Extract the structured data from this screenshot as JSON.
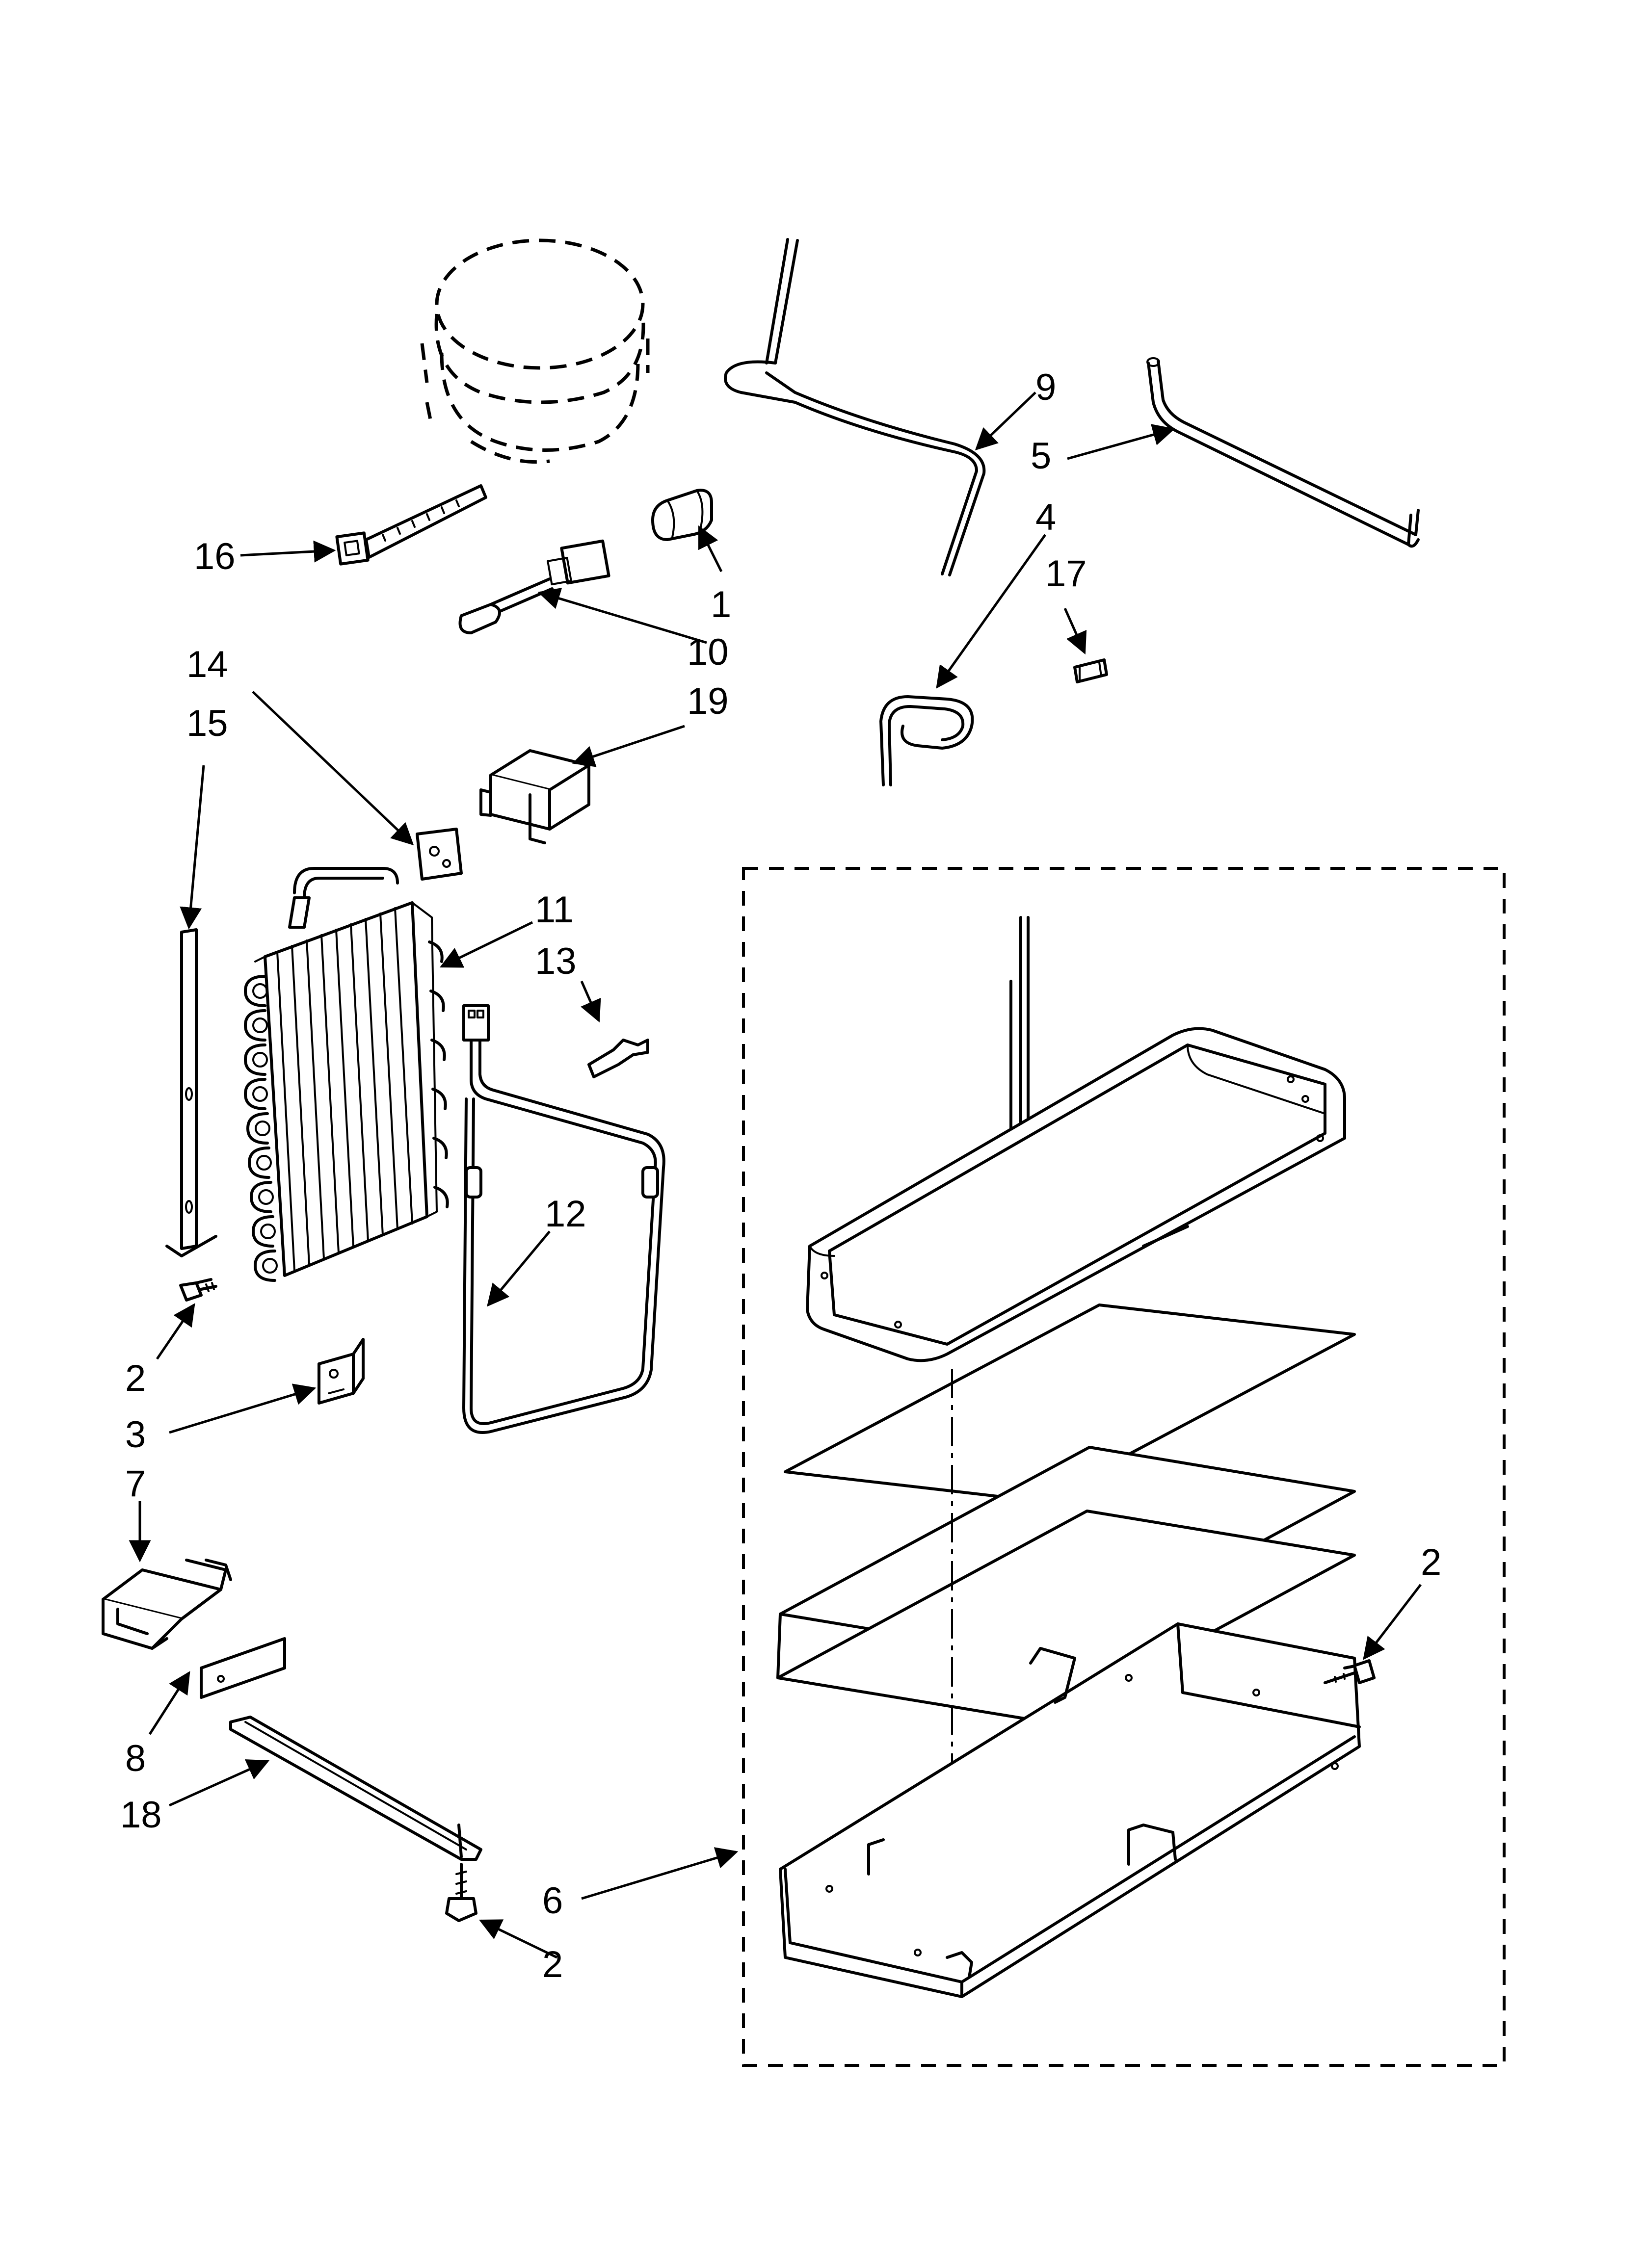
{
  "callouts": [
    {
      "id": "c1",
      "label": "1"
    },
    {
      "id": "c2a",
      "label": "2"
    },
    {
      "id": "c2b",
      "label": "2"
    },
    {
      "id": "c2c",
      "label": "2"
    },
    {
      "id": "c3",
      "label": "3"
    },
    {
      "id": "c4",
      "label": "4"
    },
    {
      "id": "c5",
      "label": "5"
    },
    {
      "id": "c6",
      "label": "6"
    },
    {
      "id": "c7",
      "label": "7"
    },
    {
      "id": "c8",
      "label": "8"
    },
    {
      "id": "c9",
      "label": "9"
    },
    {
      "id": "c10",
      "label": "10"
    },
    {
      "id": "c11",
      "label": "11"
    },
    {
      "id": "c12",
      "label": "12"
    },
    {
      "id": "c13",
      "label": "13"
    },
    {
      "id": "c14",
      "label": "14"
    },
    {
      "id": "c15",
      "label": "15"
    },
    {
      "id": "c16",
      "label": "16"
    },
    {
      "id": "c17",
      "label": "17"
    },
    {
      "id": "c18",
      "label": "18"
    },
    {
      "id": "c19",
      "label": "19"
    }
  ]
}
